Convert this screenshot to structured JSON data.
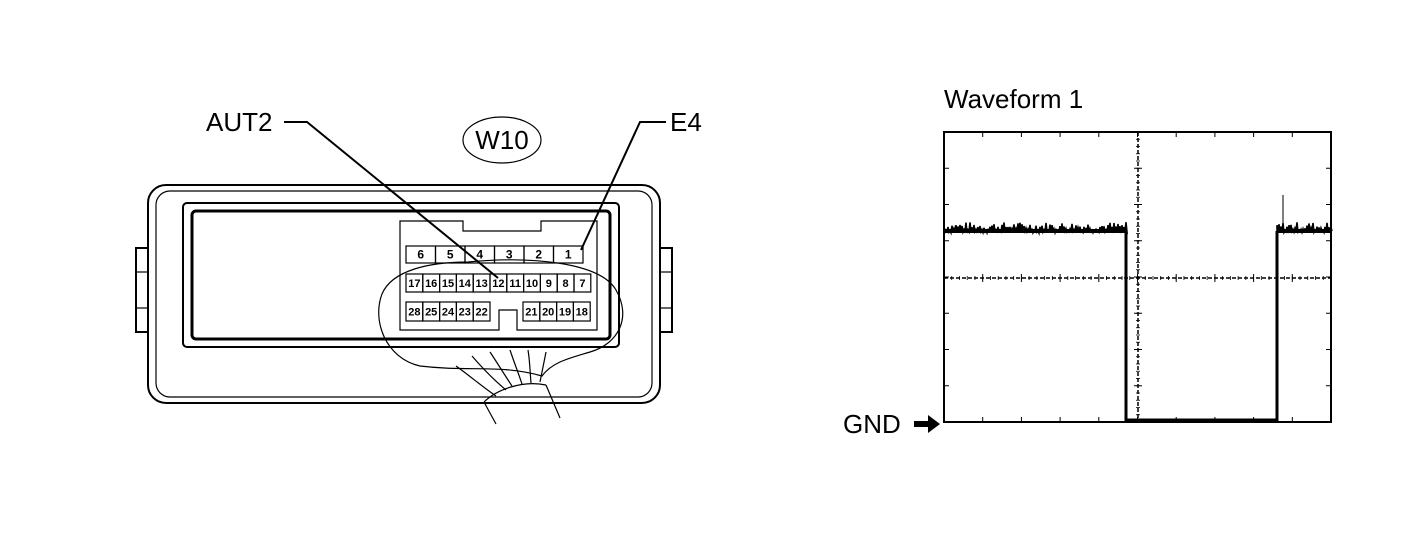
{
  "connector": {
    "id": "W10",
    "pin_labels": {
      "aut2": "AUT2",
      "e4": "E4"
    },
    "pins_top": [
      "6",
      "5",
      "4",
      "3",
      "2",
      "1"
    ],
    "pins_mid": [
      "17",
      "16",
      "15",
      "14",
      "13",
      "12",
      "11",
      "10",
      "9",
      "8",
      "7"
    ],
    "pins_bottom_left": [
      "28",
      "25",
      "24",
      "23",
      "22"
    ],
    "pins_bottom_right": [
      "21",
      "20",
      "19",
      "18"
    ]
  },
  "waveform": {
    "title": "Waveform 1",
    "gnd_label": "GND",
    "arrow_glyph": "➡"
  }
}
